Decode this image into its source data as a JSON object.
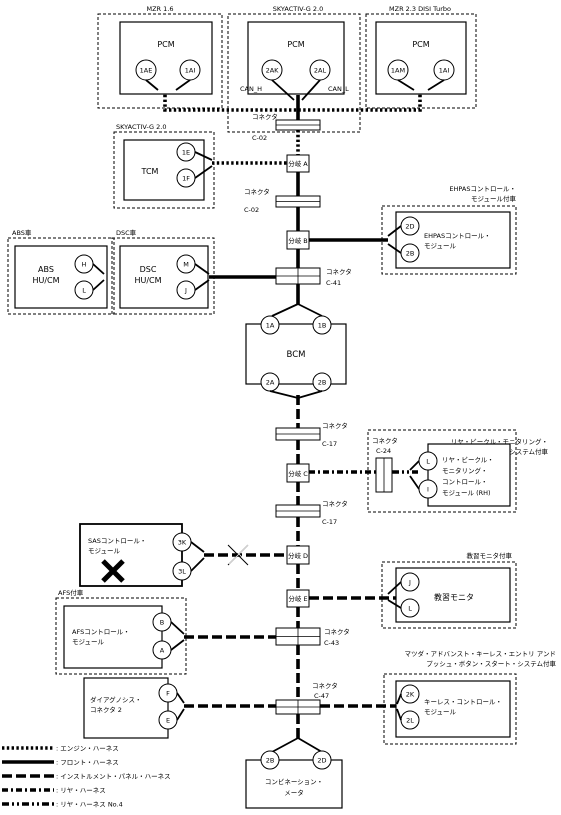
{
  "modules": {
    "mzr16": {
      "label": "MZR 1.6",
      "name": "PCM",
      "pins": [
        "1AE",
        "1AI"
      ]
    },
    "skyactiv": {
      "label": "SKYACTIV-G 2.0",
      "name": "PCM",
      "pins": [
        "2AK",
        "2AL"
      ],
      "can_h": "CAN_H",
      "can_l": "CAN_L"
    },
    "mzr23": {
      "label": "MZR 2.3 DISI Turbo",
      "name": "PCM",
      "pins": [
        "1AM",
        "1AI"
      ]
    },
    "tcm": {
      "label": "SKYACTIV-G 2.0",
      "name": "TCM",
      "pins": [
        "1E",
        "1F"
      ]
    },
    "ehpas": {
      "label_line1": "EHPASコントロール・",
      "label_line2": "モジュール付車",
      "name_line1": "EHPASコントロール・",
      "name_line2": "モジュール",
      "pins": [
        "2D",
        "2B"
      ]
    },
    "abs": {
      "label": "ABS車",
      "name_line1": "ABS",
      "name_line2": "HU/CM",
      "pins": [
        "H",
        "L"
      ]
    },
    "dsc": {
      "label": "DSC車",
      "name_line1": "DSC",
      "name_line2": "HU/CM",
      "pins": [
        "M",
        "J"
      ]
    },
    "bcm": {
      "name": "BCM",
      "pins_top": [
        "1A",
        "1B"
      ],
      "pins_bottom": [
        "2A",
        "2B"
      ]
    },
    "rvm": {
      "label_line1": "リヤ・ビークル・モニタリング・",
      "label_line2": "システム付車",
      "name_lines": [
        "リヤ・ビークル・",
        "モニタリング・",
        "コントロール・",
        "モジュール (RH)"
      ],
      "pins": [
        "L",
        "I"
      ]
    },
    "sas": {
      "name_line1": "SASコントロール・",
      "name_line2": "モジュール",
      "pins": [
        "3K",
        "3L"
      ]
    },
    "monitor": {
      "label": "教習モニタ付車",
      "name": "教習モニタ",
      "pins": [
        "J",
        "L"
      ]
    },
    "afs": {
      "label": "AFS付車",
      "name_line1": "AFSコントロール・",
      "name_line2": "モジュール",
      "pins": [
        "B",
        "A"
      ]
    },
    "diag": {
      "name_line1": "ダイアグノシス・",
      "name_line2": "コネクタ 2",
      "pins": [
        "F",
        "E"
      ]
    },
    "keyless": {
      "label_line1": "マツダ・アドバンスト・キーレス・エントリ アンド",
      "label_line2": "プッシュ・ボタン・スタート・システム付車",
      "name_line1": "キーレス・コントロール・",
      "name_line2": "モジュール",
      "pins": [
        "2K",
        "2L"
      ]
    },
    "meter": {
      "name_line1": "コンビネーション・",
      "name_line2": "メータ",
      "pins": [
        "2B",
        "2D"
      ]
    }
  },
  "connectors": [
    {
      "title": "コネクタ",
      "code": "C-02"
    },
    {
      "title": "コネクタ",
      "code": "C-02"
    },
    {
      "title": "コネクタ",
      "code": "C-41"
    },
    {
      "title": "コネクタ",
      "code": "C-17"
    },
    {
      "title": "コネクタ",
      "code": "C-17"
    },
    {
      "title": "コネクタ",
      "code": "C-43"
    },
    {
      "title": "コネクタ",
      "code": "C-47"
    },
    {
      "title": "コネクタ",
      "code": "C-24"
    }
  ],
  "branches": [
    "分岐 A",
    "分岐 B",
    "分岐 C",
    "分岐 D",
    "分岐 E"
  ],
  "legend": [
    {
      "style": "engine",
      "label": ": エンジン・ハーネス"
    },
    {
      "style": "front",
      "label": ": フロント・ハーネス"
    },
    {
      "style": "inst",
      "label": ": インストルメント・パネル・ハーネス"
    },
    {
      "style": "rear",
      "label": ": リヤ・ハーネス"
    },
    {
      "style": "rear4",
      "label": ": リヤ・ハーネス No.4"
    }
  ]
}
